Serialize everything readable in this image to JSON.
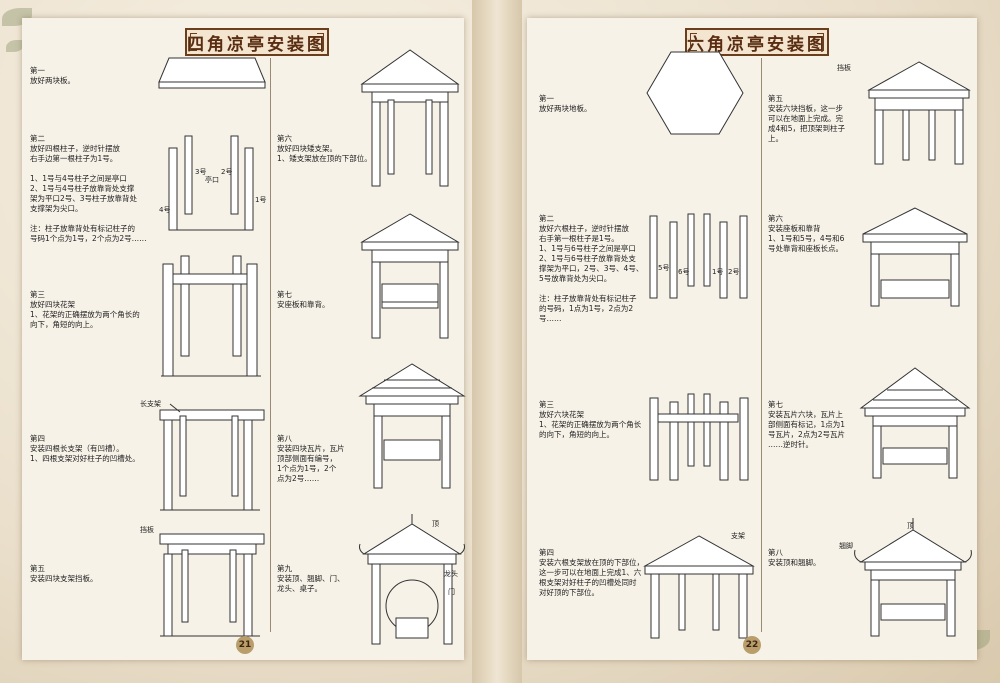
{
  "left_page": {
    "title": "四角凉亭安装图",
    "page_number": "21",
    "steps": [
      {
        "id": "1",
        "head": "第一",
        "text": "放好两块板。"
      },
      {
        "id": "2",
        "head": "第二",
        "text": "放好四根柱子，逆时针摆放\n右手边第一根柱子为1号。\n\n1、1号与4号柱子之间是亭口\n2、1号与4号柱子放靠背处支撑\n架为平口2号、3号柱子放靠背处\n支撑架为尖口。\n\n注：柱子放靠背处有标记柱子的\n号码1个点为1号，2个点为2号……"
      },
      {
        "id": "3",
        "head": "第三",
        "text": "放好四块花架\n1、花架的正确摆放为两个角长的\n向下，角短的向上。"
      },
      {
        "id": "4",
        "head": "第四",
        "text": "安装四根长支架（有凹槽）。\n1、四根支架对好柱子的凹槽处。"
      },
      {
        "id": "5",
        "head": "第五",
        "text": "安装四块支架挡板。"
      },
      {
        "id": "6",
        "head": "第六",
        "text": "放好四块矮支架。\n1、矮支架放在顶的下部位。"
      },
      {
        "id": "7",
        "head": "第七",
        "text": "安座板和靠背。"
      },
      {
        "id": "8",
        "head": "第八",
        "text": "安装四块瓦片，瓦片\n顶部侧面有编号，\n1个点为1号，2个\n点为2号……"
      },
      {
        "id": "9",
        "head": "第九",
        "text": "安装顶、翘脚、门、\n龙头、桌子。"
      }
    ],
    "labels": {
      "no1": "1号",
      "no2": "2号",
      "no3": "3号",
      "no4": "4号",
      "ting_kou": "亭口",
      "chang_zhijia": "长支架",
      "dang_ban": "挡板",
      "ding": "顶",
      "long_tou": "龙头",
      "men": "门"
    }
  },
  "right_page": {
    "title": "六角凉亭安装图",
    "page_number": "22",
    "steps": [
      {
        "id": "1",
        "head": "第一",
        "text": "放好两块地板。"
      },
      {
        "id": "2",
        "head": "第二",
        "text": "放好六根柱子，逆时针摆放\n右手第一根柱子是1号。\n1、1号与6号柱子之间是亭口\n2、1号与6号柱子放靠背处支\n撑架为平口，2号、3号、4号、\n5号放靠背处为尖口。\n\n注：柱子放靠背处有标记柱子\n的号码，1点为1号，2点为2\n号……"
      },
      {
        "id": "3",
        "head": "第三",
        "text": "放好六块花架\n1、花架的正确摆放为两个角长\n的向下，角短的向上。"
      },
      {
        "id": "4",
        "head": "第四",
        "text": "安装六根支架放在顶的下部位，\n这一步可以在地面上完成1、六\n根支架对好柱子的凹槽处同时\n对好顶的下部位。"
      },
      {
        "id": "5",
        "head": "第五",
        "text": "安装六块挡板，这一步\n可以在地面上完成。完\n成4和5，把顶架到柱子\n上。"
      },
      {
        "id": "6",
        "head": "第六",
        "text": "安装座板和靠背\n1、1号和5号，4号和6\n号处靠背和座板长点。"
      },
      {
        "id": "7",
        "head": "第七",
        "text": "安装瓦片六块，瓦片上\n部侧面有标记，1点为1\n号瓦片，2点为2号瓦片\n……逆时针。"
      },
      {
        "id": "8",
        "head": "第八",
        "text": "安装顶和翘脚。"
      }
    ],
    "labels": {
      "no1": "1号",
      "no2": "2号",
      "no5": "5号",
      "no6": "6号",
      "dang_ban": "挡板",
      "zhi_jia": "支架",
      "ding": "顶",
      "qiao_jiao": "翘脚"
    }
  }
}
